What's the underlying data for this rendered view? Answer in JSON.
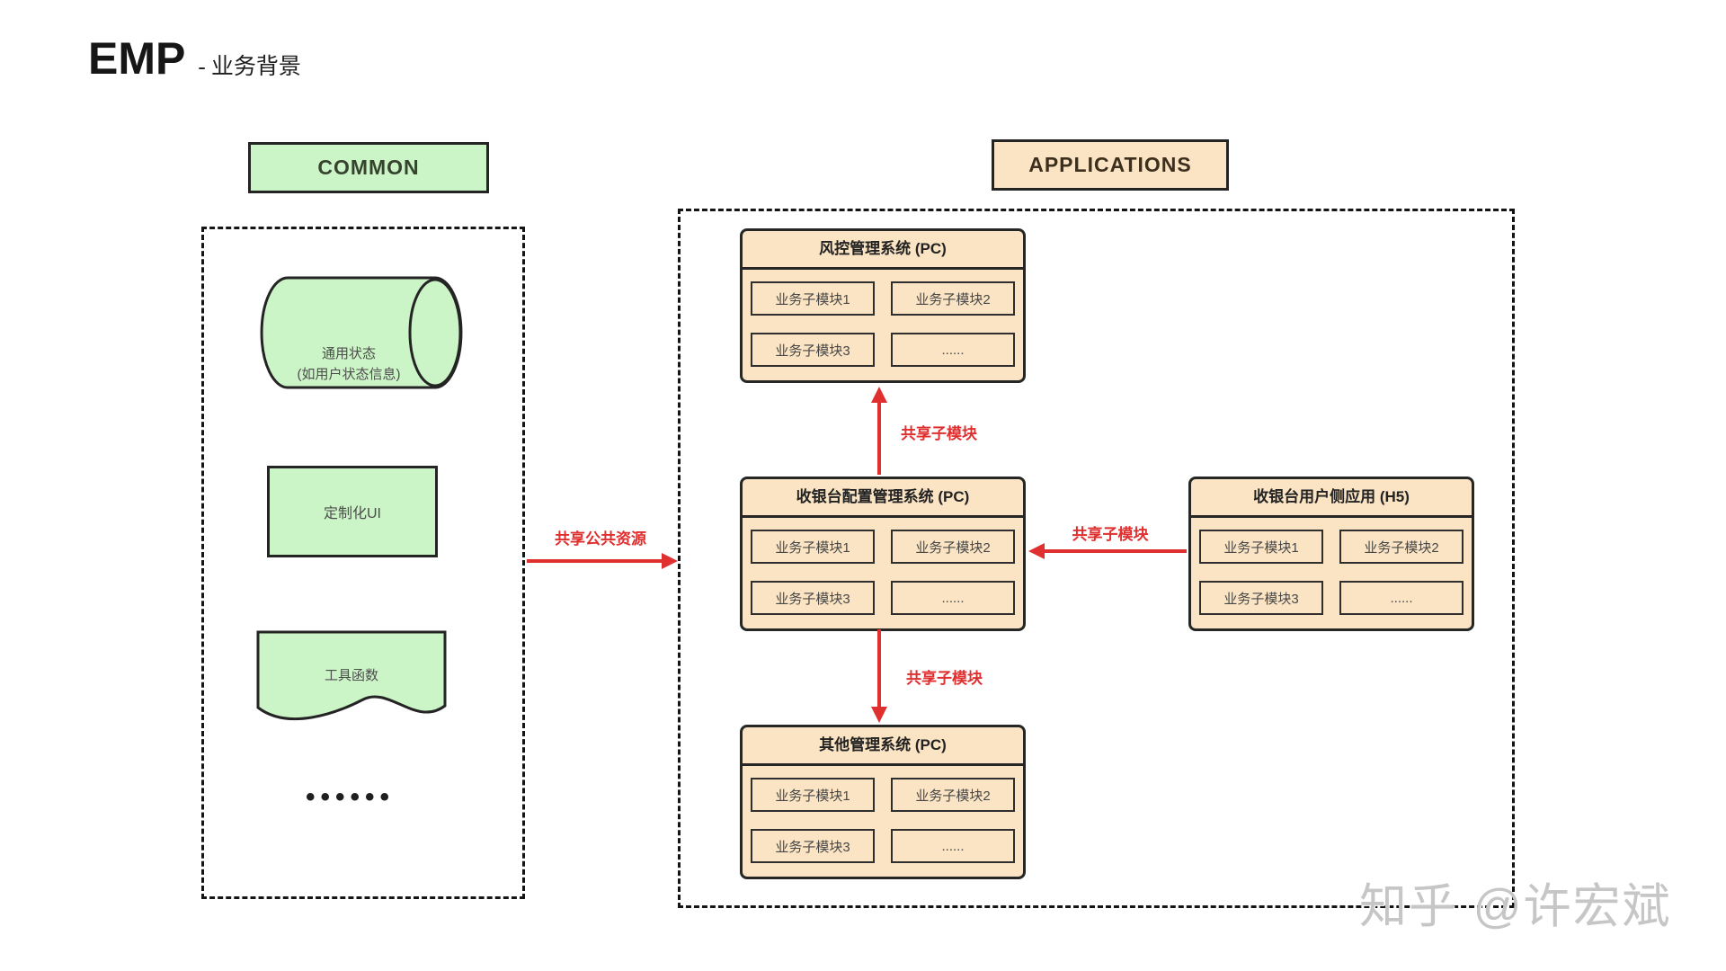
{
  "page": {
    "title": "EMP",
    "subtitle": "- 业务背景",
    "watermark": "知乎 @许宏斌"
  },
  "common": {
    "header": "COMMON",
    "items": [
      {
        "shape": "cylinder",
        "label_line1": "通用状态",
        "label_line2": "(如用户状态信息)"
      },
      {
        "shape": "rect",
        "label": "定制化UI"
      },
      {
        "shape": "document",
        "label": "工具函数"
      },
      {
        "shape": "dots",
        "label": "••••••"
      }
    ]
  },
  "applications": {
    "header": "APPLICATIONS",
    "apps": [
      {
        "id": "risk-mgmt",
        "title": "风控管理系统 (PC)",
        "modules": [
          "业务子模块1",
          "业务子模块2",
          "业务子模块3",
          "......"
        ]
      },
      {
        "id": "cashier-config-mgmt",
        "title": "收银台配置管理系统 (PC)",
        "modules": [
          "业务子模块1",
          "业务子模块2",
          "业务子模块3",
          "......"
        ]
      },
      {
        "id": "other-mgmt",
        "title": "其他管理系统 (PC)",
        "modules": [
          "业务子模块1",
          "业务子模块2",
          "业务子模块3",
          "......"
        ]
      },
      {
        "id": "cashier-h5",
        "title": "收银台用户侧应用 (H5)",
        "modules": [
          "业务子模块1",
          "业务子模块2",
          "业务子模块3",
          "......"
        ]
      }
    ]
  },
  "arrows": {
    "share_resources_label": "共享公共资源",
    "share_module_up_label": "共享子模块",
    "share_module_left_label": "共享子模块",
    "share_module_down_label": "共享子模块"
  },
  "colors": {
    "green_fill": "#ccf5c7",
    "peach_fill": "#fbe4c4",
    "red": "#e02f2f",
    "border_dark": "#262626"
  }
}
